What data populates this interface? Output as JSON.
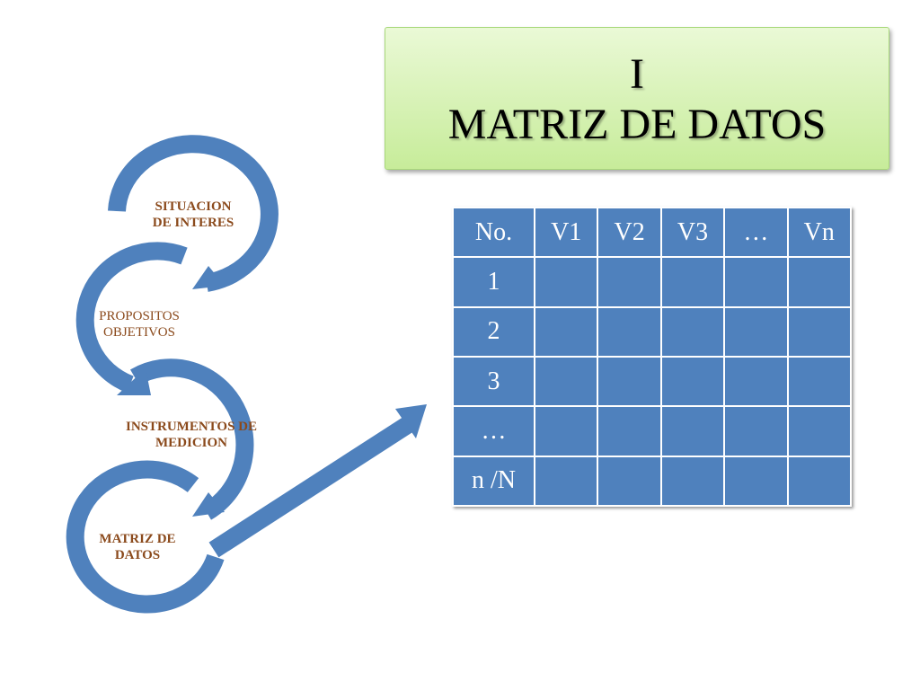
{
  "title": {
    "line1": "I",
    "line2": "MATRIZ DE DATOS"
  },
  "flow_steps": [
    {
      "line1": "SITUACION",
      "line2": "DE INTERES"
    },
    {
      "line1": "PROPOSITOS",
      "line2": "OBJETIVOS"
    },
    {
      "line1": "INSTRUMENTOS DE",
      "line2": "MEDICION"
    },
    {
      "line1": "MATRIZ DE",
      "line2": "DATOS"
    }
  ],
  "matrix": {
    "headers": [
      "No.",
      "V1",
      "V2",
      "V3",
      "…",
      "Vn"
    ],
    "row_labels": [
      "1",
      "2",
      "3",
      "…",
      "n /N"
    ]
  },
  "colors": {
    "ring_blue": "#4f81bd",
    "label_brown": "#8B4A1C",
    "title_green": "#c7ec9a"
  }
}
